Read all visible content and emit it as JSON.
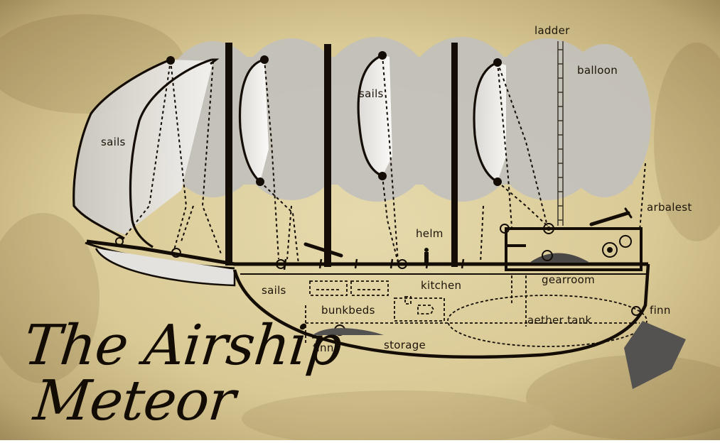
{
  "title": {
    "line1": "The Airship",
    "line2": "Meteor"
  },
  "labels": {
    "ladder": "ladder",
    "balloon": "balloon",
    "sails_left": "sails",
    "sails_mid": "sails",
    "sails_lower": "sails",
    "arbalest": "arbalest",
    "helm": "helm",
    "kitchen": "kitchen",
    "gearroom": "gearroom",
    "bunkbeds": "bunkbeds",
    "aether_tank": "aether tank",
    "finn_right": "finn",
    "finn_left": "finn",
    "storage": "storage"
  },
  "colors": {
    "parchment_light": "#e8dcae",
    "parchment_dark": "#8a7648",
    "ink": "#140d05",
    "balloon_gray": "#bdbbb6",
    "sail_white": "#ecebe8",
    "fin_gray": "#545250"
  }
}
